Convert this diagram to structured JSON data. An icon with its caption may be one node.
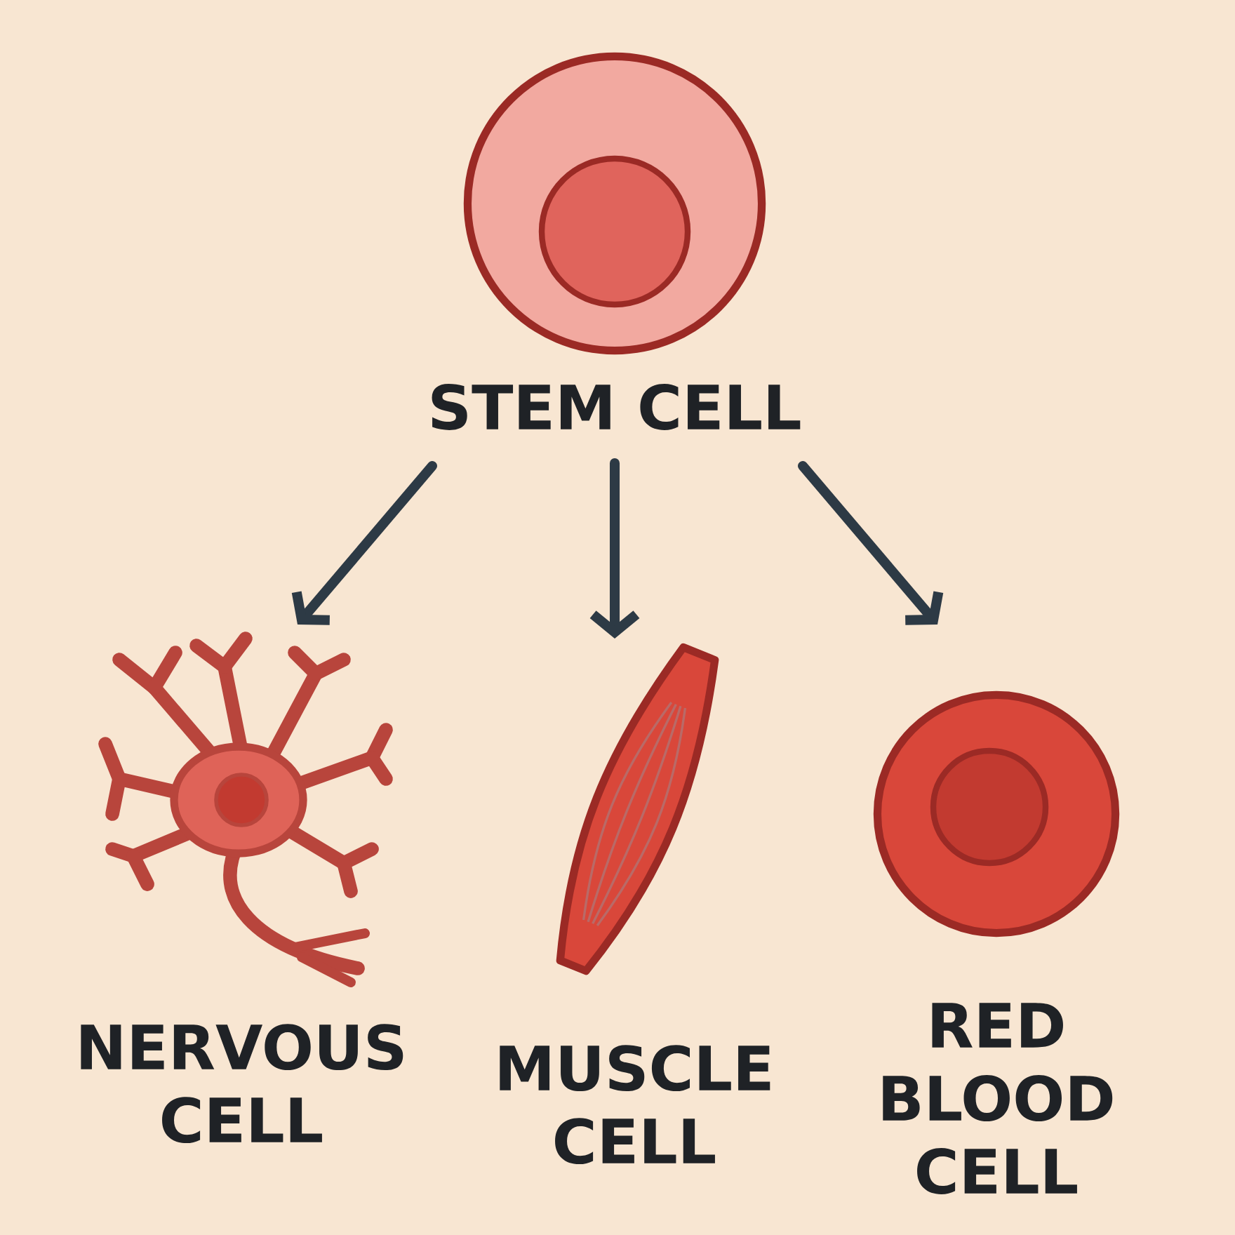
{
  "diagram": {
    "nodes": [
      {
        "text": [
          "STEM CELL"
        ]
      },
      {
        "text": [
          "NERVOUS CELL"
        ]
      },
      {
        "text": [
          "MUSCLE CELL"
        ]
      },
      {
        "text": [
          "RED BLOOD CELL"
        ]
      }
    ],
    "edges": [
      {
        "from": 0,
        "to": 1,
        "arrow": "to"
      },
      {
        "from": 0,
        "to": 2,
        "arrow": "to"
      },
      {
        "from": 0,
        "to": 3,
        "arrow": "to"
      }
    ]
  }
}
